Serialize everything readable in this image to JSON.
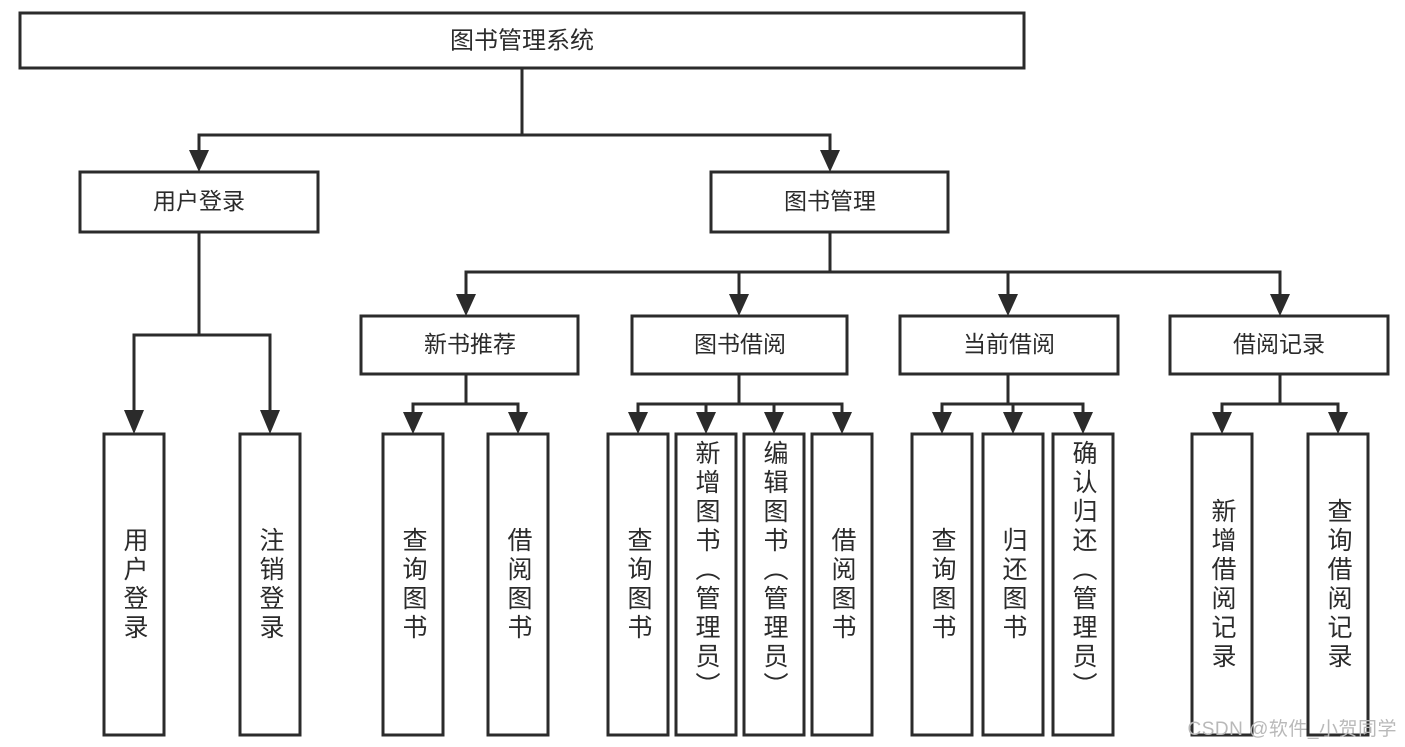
{
  "diagram": {
    "type": "hierarchy-tree",
    "title": "图书管理系统",
    "watermark": "CSDN @软件_小贺同学",
    "colors": {
      "stroke": "#2b2b2b",
      "fill": "#ffffff",
      "background": "#ffffff",
      "watermark": "#b9b9b9"
    },
    "root": {
      "label": "图书管理系统"
    },
    "level2": [
      {
        "label": "用户登录"
      },
      {
        "label": "图书管理"
      }
    ],
    "level3": [
      {
        "label": "新书推荐"
      },
      {
        "label": "图书借阅"
      },
      {
        "label": "当前借阅"
      },
      {
        "label": "借阅记录"
      }
    ],
    "leaves": {
      "user_login": [
        {
          "label": "用户登录"
        },
        {
          "label": "注销登录"
        }
      ],
      "new_book_recommend": [
        {
          "label": "查询图书"
        },
        {
          "label": "借阅图书"
        }
      ],
      "book_borrow": [
        {
          "label": "查询图书"
        },
        {
          "label": "新增图书（管理员）"
        },
        {
          "label": "编辑图书（管理员）"
        },
        {
          "label": "借阅图书"
        }
      ],
      "current_borrow": [
        {
          "label": "查询图书"
        },
        {
          "label": "归还图书"
        },
        {
          "label": "确认归还（管理员）"
        }
      ],
      "borrow_records": [
        {
          "label": "新增借阅记录"
        },
        {
          "label": "查询借阅记录"
        }
      ]
    }
  }
}
